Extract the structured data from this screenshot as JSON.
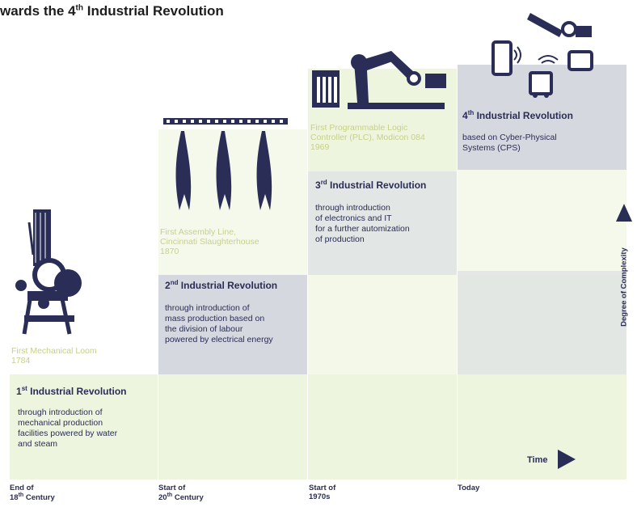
{
  "title": "wards the 4th Industrial Revolution",
  "title_parts": {
    "pre": "wards the 4",
    "sup": "th",
    "post": " Industrial Revolution"
  },
  "eras": [
    {
      "caption": "First Mechanical Loom 1784",
      "caption_lines": [
        "First Mechanical Loom",
        "1784"
      ],
      "number": "1",
      "ordinal": "st",
      "label": " Industrial Revolution",
      "desc_lines": [
        "through introduction of",
        "mechanical production",
        "facilities powered by water",
        "and steam"
      ]
    },
    {
      "caption": "First Assembly Line, Cincinnati Slaughterhouse 1870",
      "caption_lines": [
        "First Assembly Line,",
        "Cincinnati Slaughterhouse",
        "1870"
      ],
      "number": "2",
      "ordinal": "nd",
      "label": " Industrial Revolution",
      "desc_lines": [
        "through introduction of",
        "mass production based on",
        "the division of labour",
        "powered by electrical energy"
      ]
    },
    {
      "caption": "First Programmable Logic Controller (PLC), Modicon 084 1969",
      "caption_lines": [
        "First Programmable Logic",
        "Controller (PLC), Modicon 084",
        "1969"
      ],
      "number": "3",
      "ordinal": "rd",
      "label": " Industrial Revolution",
      "desc_lines": [
        "through introduction",
        "of electronics and IT",
        "for a further automization",
        "of production"
      ]
    },
    {
      "caption": "",
      "caption_lines": [],
      "number": "4",
      "ordinal": "th",
      "label": " Industrial Revolution",
      "desc_lines": [
        "based on Cyber-Physical",
        "Systems (CPS)"
      ]
    }
  ],
  "time_ticks": [
    {
      "line1": "End of",
      "line2": "18th Century",
      "num": "18",
      "ord": "th",
      "rest": " Century"
    },
    {
      "line1": "Start of",
      "line2": "20th Century",
      "num": "20",
      "ord": "th",
      "rest": " Century"
    },
    {
      "line1": "Start of",
      "line2": "1970s",
      "num": "1970s",
      "ord": "",
      "rest": ""
    },
    {
      "line1": "Today",
      "line2": "",
      "num": "",
      "ord": "",
      "rest": ""
    }
  ],
  "axis": {
    "x_label": "Time",
    "y_label": "Degree of Complexity"
  },
  "colors": {
    "navy": "#2a2d55",
    "band_green": "#eef5de",
    "band_gray": "#d6d8e0",
    "caption_green": "#c6d08a"
  },
  "icons": [
    "loom-icon",
    "assembly-line-icon",
    "robot-arm-plc-icon",
    "cps-devices-icon"
  ]
}
